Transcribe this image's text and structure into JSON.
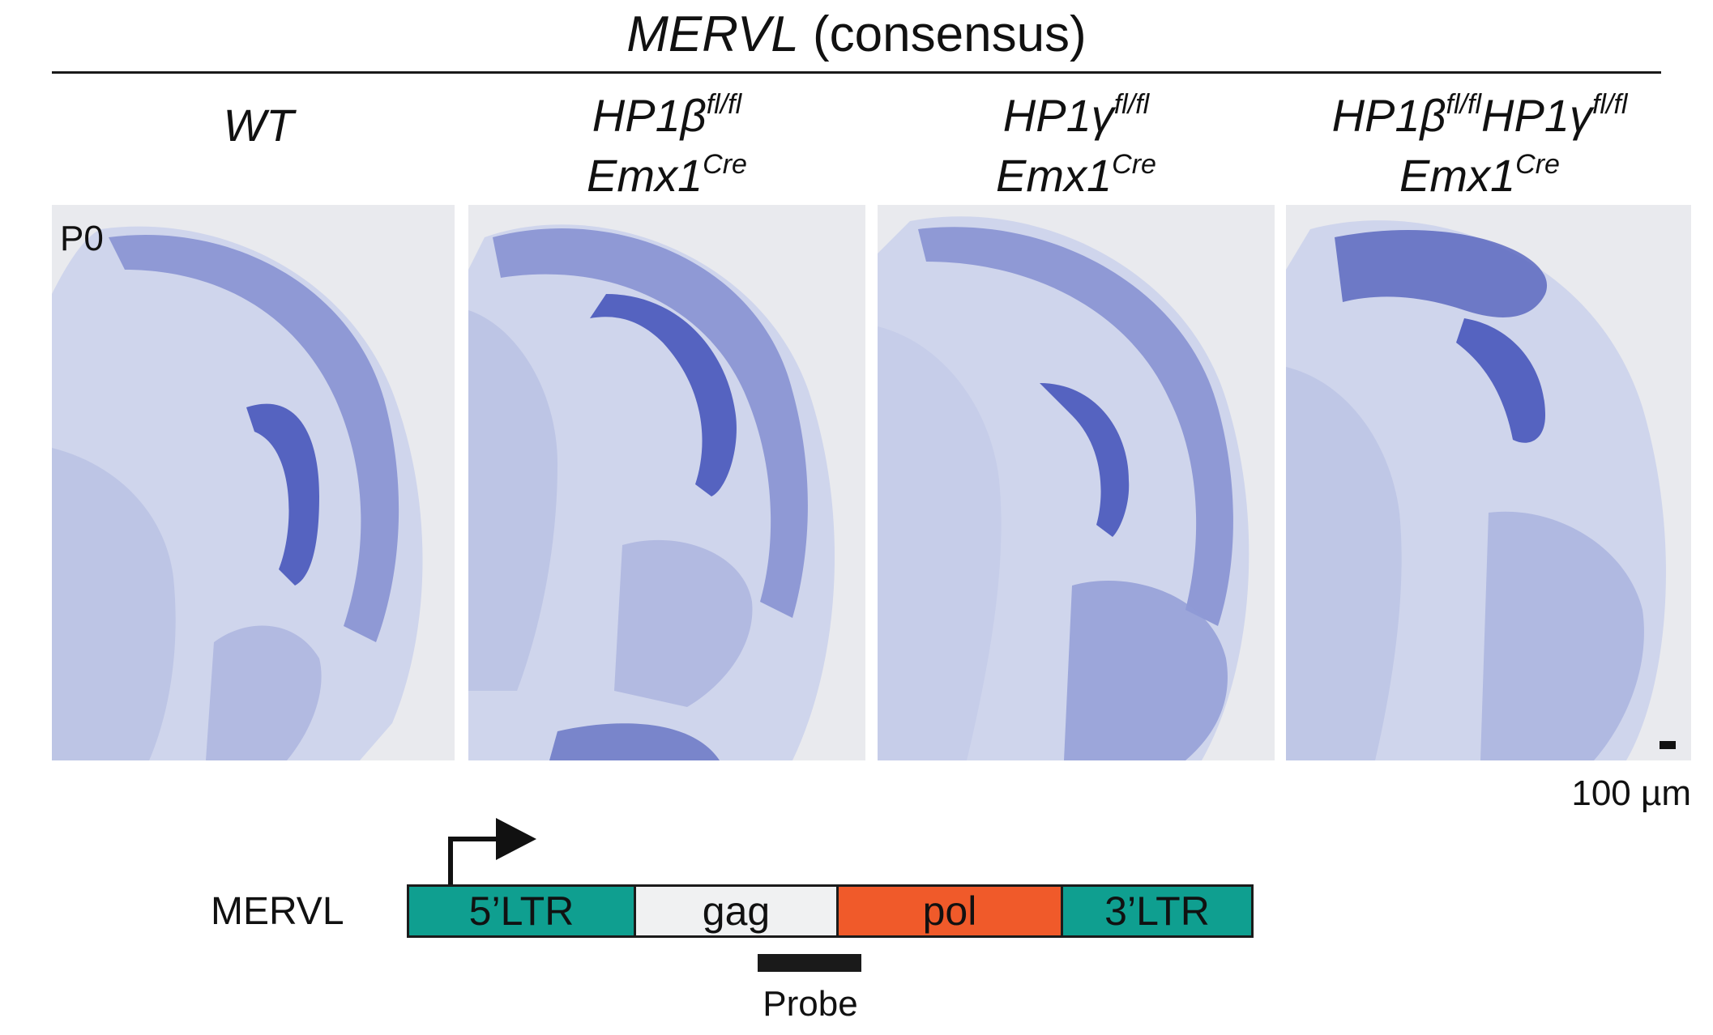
{
  "figure": {
    "title_gene": "MERVL",
    "title_rest": " (consensus)",
    "panel_tag": "P0",
    "scale_label": "100 µm",
    "genotypes": [
      {
        "line1": "WT",
        "line1_sup": "",
        "line1b": "",
        "line1b_sup": "",
        "line2": "",
        "line2_sup": ""
      },
      {
        "line1": "HP1β",
        "line1_sup": "fl/fl",
        "line1b": "",
        "line1b_sup": "",
        "line2": "Emx1",
        "line2_sup": "Cre"
      },
      {
        "line1": "HP1γ",
        "line1_sup": "fl/fl",
        "line1b": "",
        "line1b_sup": "",
        "line2": "Emx1",
        "line2_sup": "Cre"
      },
      {
        "line1": "HP1β",
        "line1_sup": "fl/fl",
        "line1b": "HP1γ",
        "line1b_sup": "fl/fl",
        "line2": "Emx1",
        "line2_sup": "Cre"
      }
    ]
  },
  "diagram": {
    "label": "MERVL",
    "segments": [
      {
        "label": "5’LTR",
        "color": "#0f9f90"
      },
      {
        "label": "gag",
        "color": "#f0f1f2"
      },
      {
        "label": "pol",
        "color": "#f05a2a"
      },
      {
        "label": "3’LTR",
        "color": "#0f9f90"
      }
    ],
    "probe_label": "Probe"
  },
  "colors": {
    "stain": "#3f4fb8",
    "tissue": "#c9d0e8",
    "background": "#e9eaee"
  }
}
